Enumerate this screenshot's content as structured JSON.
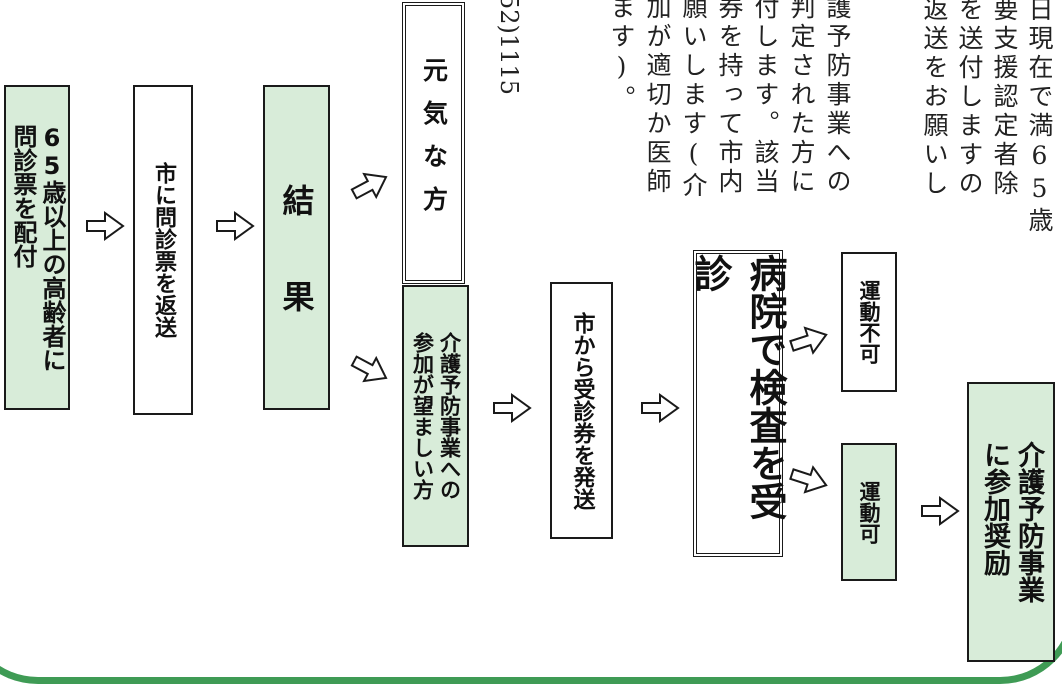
{
  "text_fragments": {
    "col1": "日現在で満65歳",
    "col2": "要支援認定者除",
    "col3": "を送付しますの",
    "col4": "返送をお願いし",
    "col5": "護予防事業への",
    "col6": "判定された方に",
    "col7": "付します。該当",
    "col8": "券を持って市内",
    "col9": "願いします(介",
    "col10": "加が適切か医師",
    "col11": "ます)。",
    "phone": "52)1115"
  },
  "flow": {
    "distribute": "65歳以上の高齢者に\n問診票を配付",
    "return": "市に問診票を返送",
    "result": "結　　果",
    "healthy": "元気な方",
    "recommended": "介護予防事業への\n参加が望ましい方",
    "voucher": "市から受診券を発送",
    "hospital": "病院で検査を受診",
    "no_exercise": "運動不可",
    "exercise_ok": "運動可",
    "encourage": "介護予防事業\nに参加奨励"
  },
  "colors": {
    "box_fill": "#d8ecd9",
    "frame": "#3f9b55"
  }
}
